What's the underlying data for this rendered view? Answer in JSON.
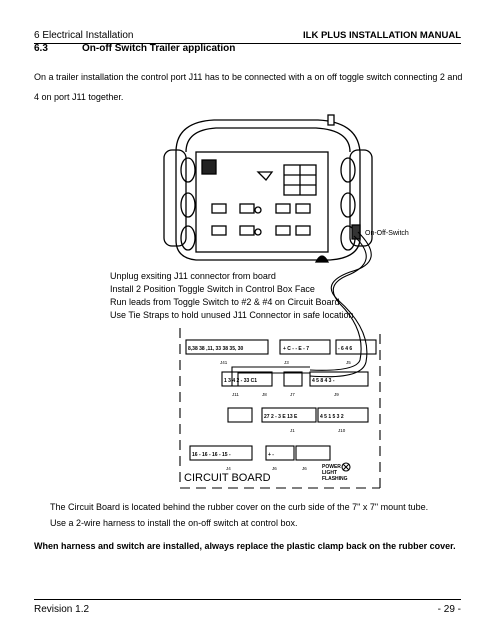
{
  "header": {
    "chapter": "6  Electrical Installation",
    "manual_title": "ILK PLUS INSTALLATION MANUAL"
  },
  "section": {
    "number": "6.3",
    "title": "On-off Switch Trailer application"
  },
  "intro": {
    "line1": "On a trailer installation the control port J11 has to be connected with a on off toggle switch connecting 2 and",
    "line2": "4 on port J11 together."
  },
  "figure": {
    "switch_label": "On-Off-Switch",
    "notes": [
      "Unplug exsiting J11 connector from board",
      "Install 2 Position Toggle Switch in Control Box Face",
      "Run leads from Toggle Switch to #2 & #4 on Circuit Board",
      "Use Tie Straps to hold unused J11 Connector in safe location"
    ],
    "board_label": "CIRCUIT BOARD",
    "power_label": [
      "POWER",
      "LIGHT",
      "FLASHING"
    ],
    "connectors": [
      "J41",
      "J3",
      "J5",
      "J11",
      "J8",
      "J7",
      "J9",
      "J1",
      "J10",
      "J4",
      "J6",
      "J6"
    ]
  },
  "captions": {
    "line1": "The Circuit Board is located behind the rubber cover on the curb side of the 7\" x 7\" mount tube.",
    "line2": "Use a 2-wire harness to install the on-off switch at control box."
  },
  "note": "When harness and switch are installed, always replace the plastic clamp back on the rubber cover.",
  "footer": {
    "revision": "Revision 1.2",
    "page": "- 29 -"
  }
}
